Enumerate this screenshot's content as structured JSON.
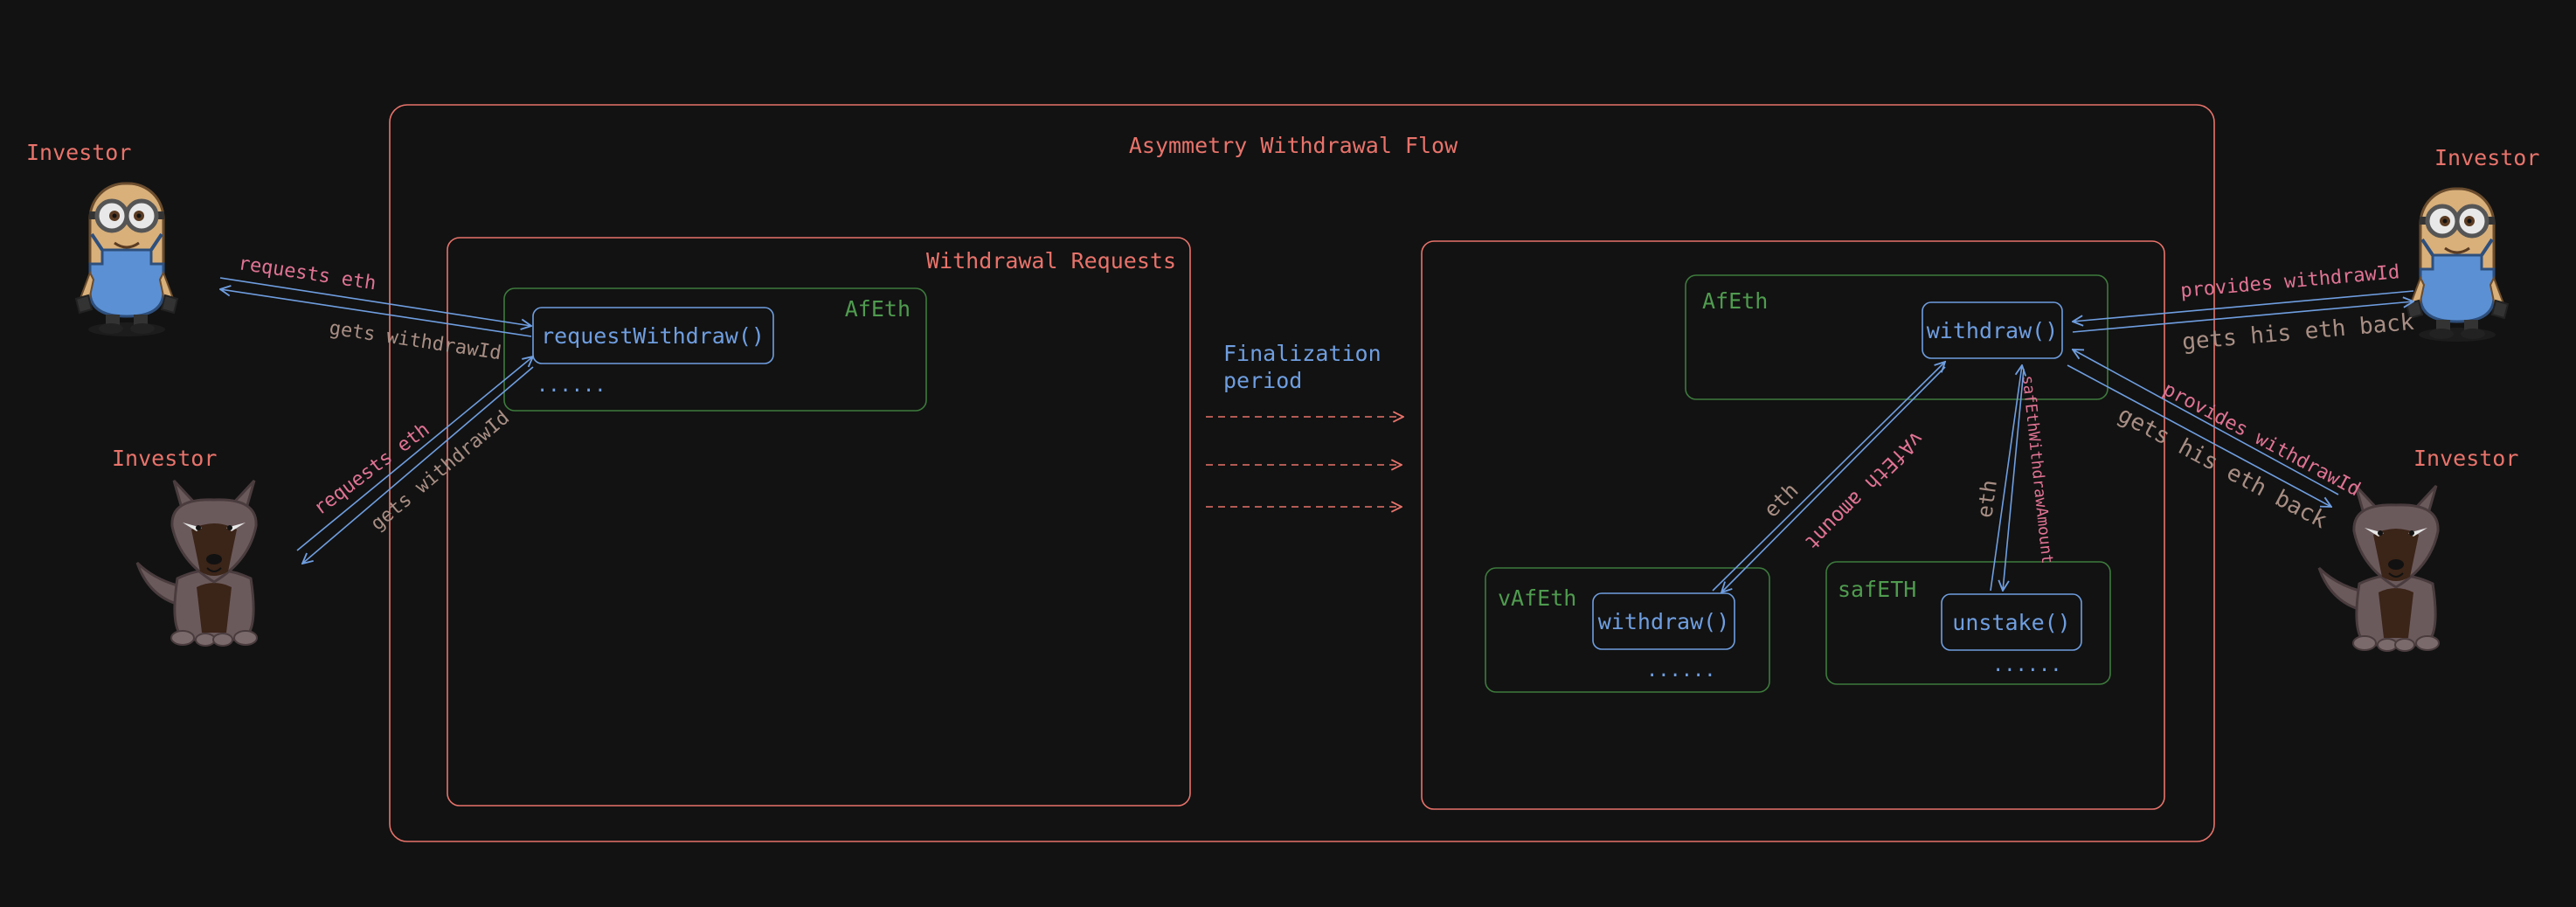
{
  "colors": {
    "background": "#121212",
    "frame_red": "#e8736b",
    "box_green": "#3d7a3d",
    "function_blue": "#6f9ee0",
    "label_pink": "#e07394",
    "label_taupe": "#a88e84"
  },
  "diagram": {
    "title": "Asymmetry Withdrawal Flow",
    "withdrawal_requests": {
      "title": "Withdrawal Requests",
      "contract": {
        "name": "AfEth",
        "function": "requestWithdraw()",
        "ellipsis": "......"
      }
    },
    "finalization": {
      "line1": "Finalization",
      "line2": "period"
    },
    "withdraw_side": {
      "afeth": {
        "name": "AfEth",
        "function": "withdraw()"
      },
      "vafeth": {
        "name": "vAfEth",
        "function": "withdraw()",
        "ellipsis": "......"
      },
      "safeth": {
        "name": "safETH",
        "function": "unstake()",
        "ellipsis": "......"
      },
      "edges": {
        "eth_v": "eth",
        "vafeth_amount": "vAfEth amount",
        "eth_s": "eth",
        "safeth_withdraw_amount": "safEthWithdrawAmount"
      }
    },
    "actors": {
      "left_minion": {
        "label": "Investor",
        "icon": "minion-icon",
        "arrow_out": "requests eth",
        "arrow_in": "gets withdrawId"
      },
      "left_wolf": {
        "label": "Investor",
        "icon": "wolf-icon",
        "arrow_out": "requests eth",
        "arrow_in": "gets withdrawId"
      },
      "right_minion": {
        "label": "Investor",
        "icon": "minion-icon",
        "arrow_out": "provides withdrawId",
        "arrow_in": "gets his eth back"
      },
      "right_wolf": {
        "label": "Investor",
        "icon": "wolf-icon",
        "arrow_out": "provides withdrawId",
        "arrow_in": "gets his eth back"
      }
    }
  }
}
